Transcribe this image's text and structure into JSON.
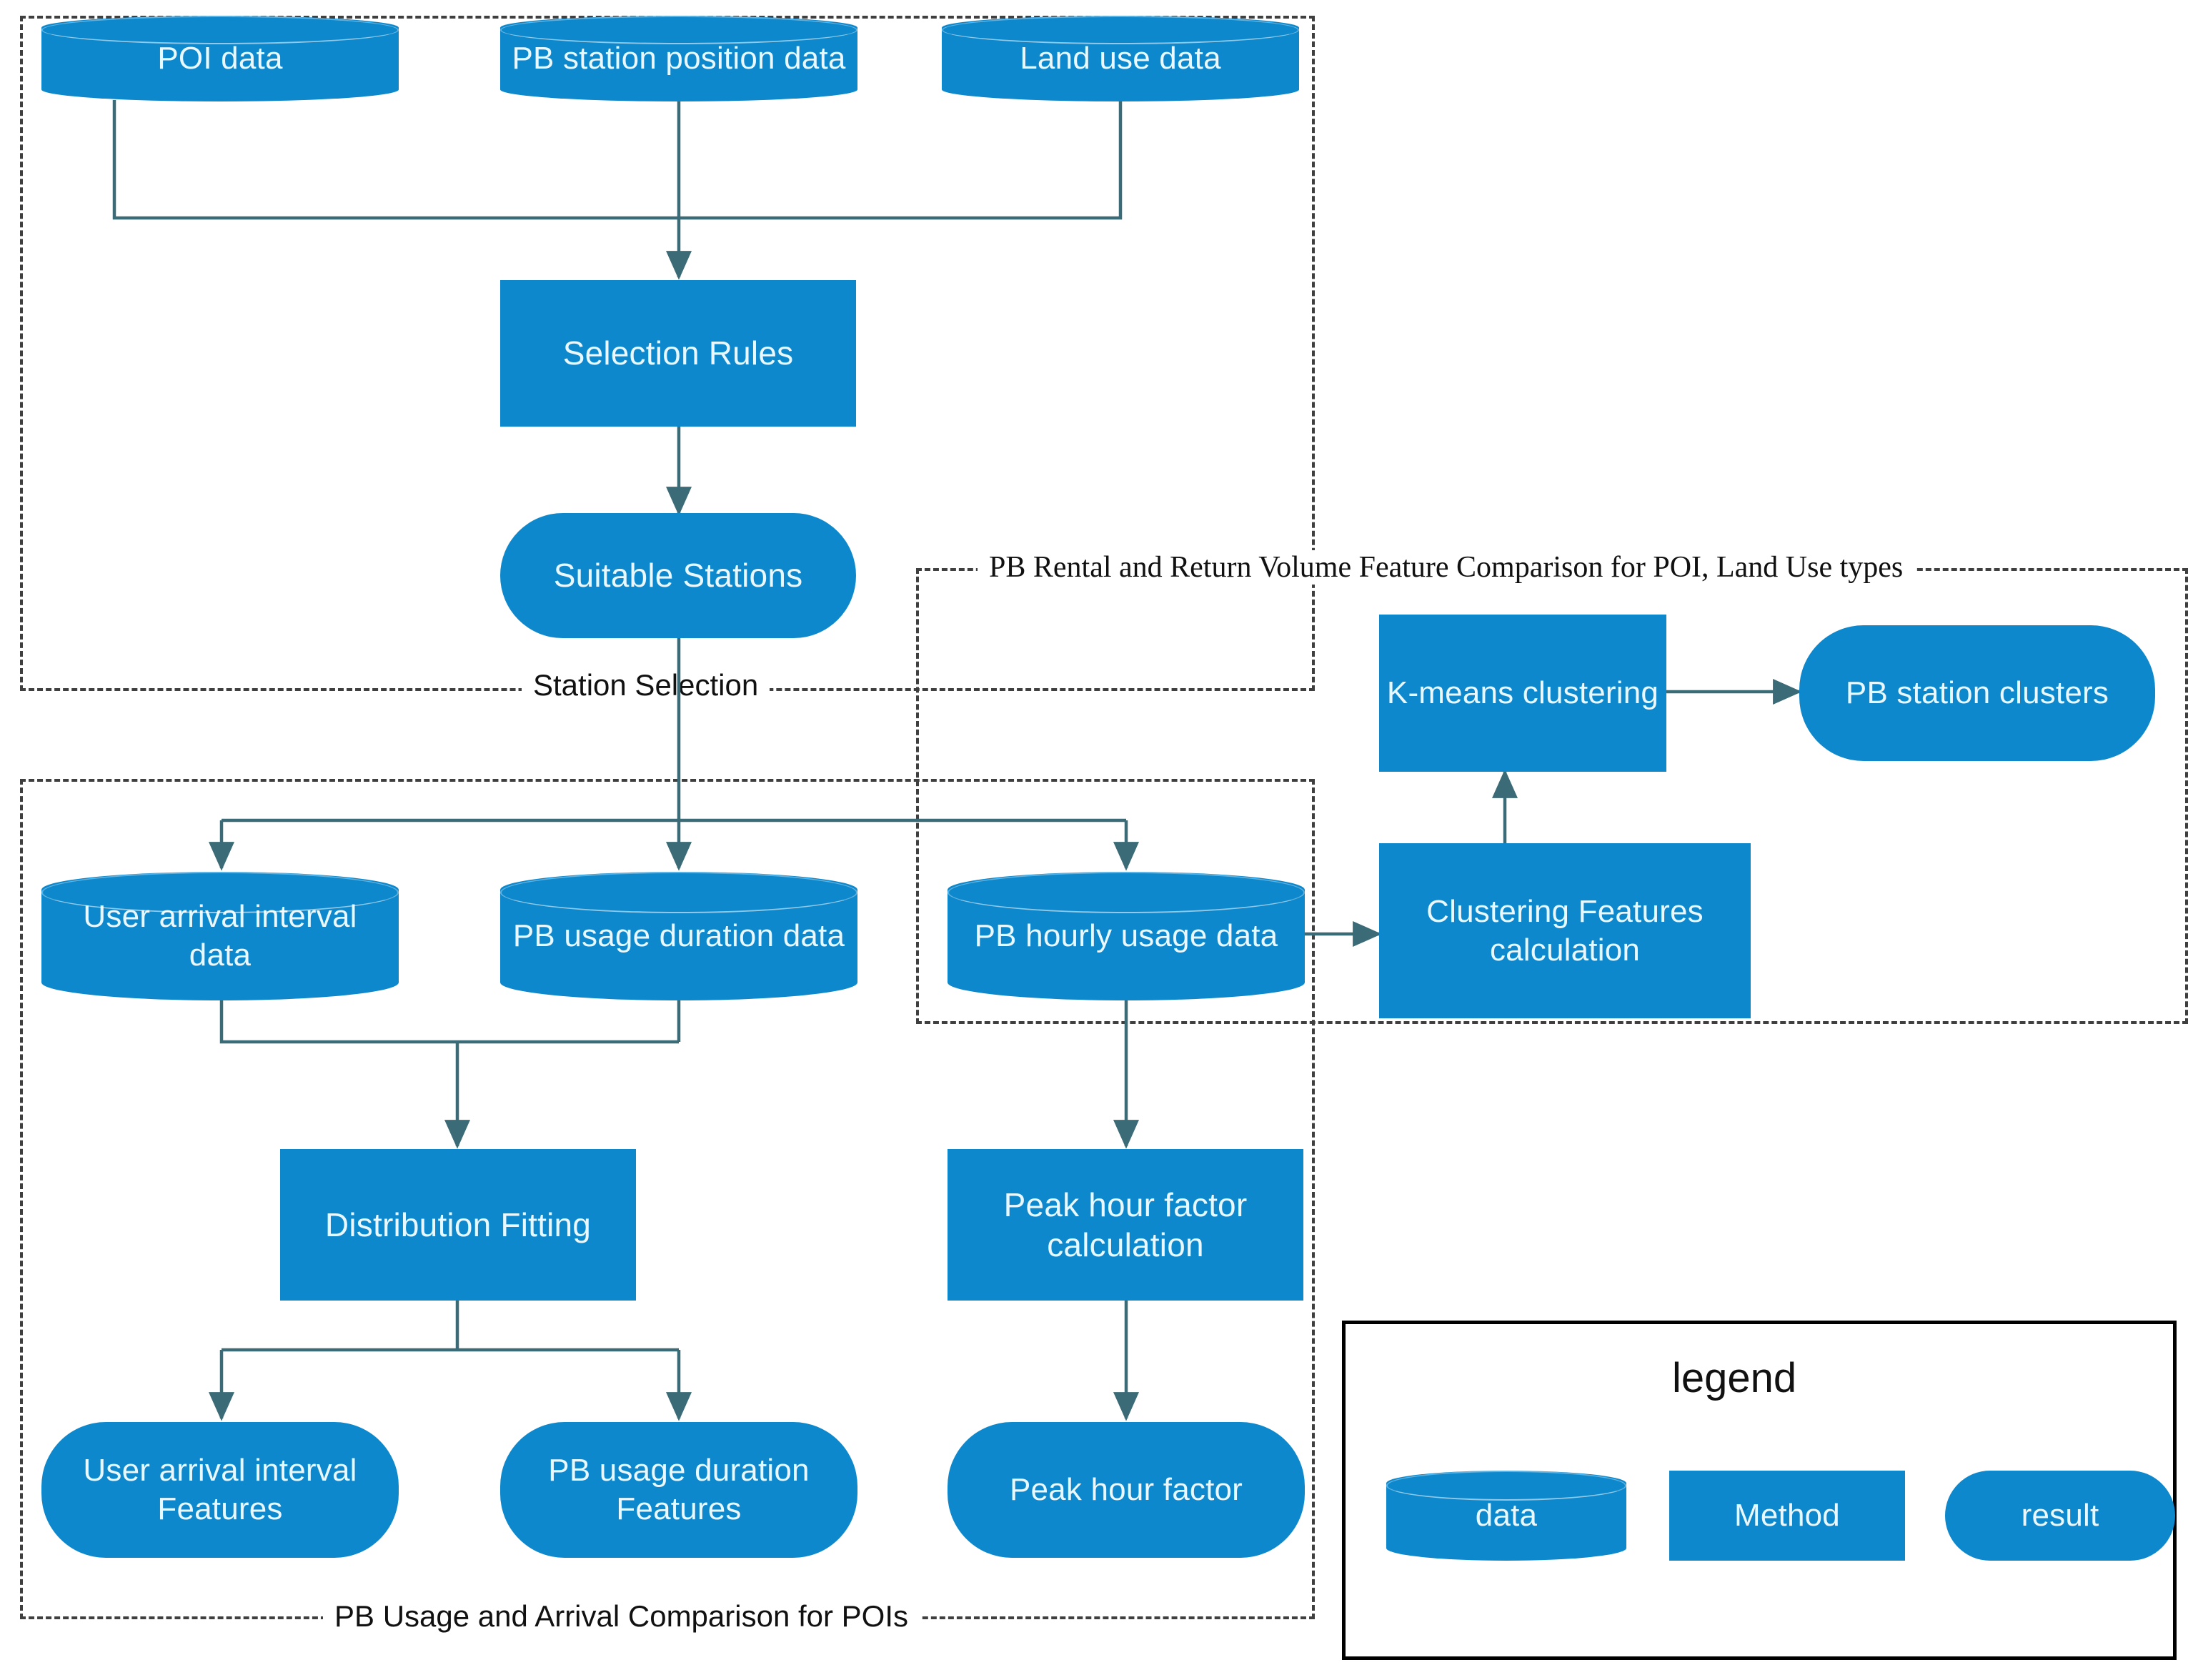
{
  "diagram": {
    "title": "PB station analysis workflow flowchart",
    "accent_color": "#0d88cc",
    "text_color": "#e9f7ff",
    "line_color": "#3b6b76",
    "dash_color": "#3f3f3f"
  },
  "groups": {
    "station_selection": {
      "label": "Station Selection"
    },
    "rental_return": {
      "label": "PB Rental and Return Volume Feature Comparison for POI, Land Use types"
    },
    "usage_arrival": {
      "label": "PB Usage and Arrival Comparison for POIs"
    }
  },
  "nodes": {
    "poi_data": {
      "label": "POI data",
      "type": "data"
    },
    "pb_station_position_data": {
      "label": "PB station position data",
      "type": "data"
    },
    "land_use_data": {
      "label": "Land use data",
      "type": "data"
    },
    "selection_rules": {
      "label": "Selection Rules",
      "type": "method"
    },
    "suitable_stations": {
      "label": "Suitable Stations",
      "type": "result"
    },
    "user_arrival_interval_data": {
      "label": "User arrival interval data",
      "type": "data"
    },
    "pb_usage_duration_data": {
      "label": "PB usage duration data",
      "type": "data"
    },
    "pb_hourly_usage_data": {
      "label": "PB hourly usage data",
      "type": "data"
    },
    "clustering_features_calculation": {
      "label": "Clustering Features calculation",
      "type": "method"
    },
    "kmeans_clustering": {
      "label": "K-means clustering",
      "type": "method"
    },
    "pb_station_clusters": {
      "label": "PB station clusters",
      "type": "result"
    },
    "distribution_fitting": {
      "label": "Distribution Fitting",
      "type": "method"
    },
    "peak_hour_factor_calculation": {
      "label": "Peak hour factor calculation",
      "type": "method"
    },
    "user_arrival_interval_features": {
      "label": "User arrival interval Features",
      "type": "result"
    },
    "pb_usage_duration_features": {
      "label": "PB usage duration Features",
      "type": "result"
    },
    "peak_hour_factor": {
      "label": "Peak hour factor",
      "type": "result"
    }
  },
  "legend": {
    "title": "legend",
    "items": [
      {
        "label": "data",
        "type": "data"
      },
      {
        "label": "Method",
        "type": "method"
      },
      {
        "label": "result",
        "type": "result"
      }
    ]
  }
}
